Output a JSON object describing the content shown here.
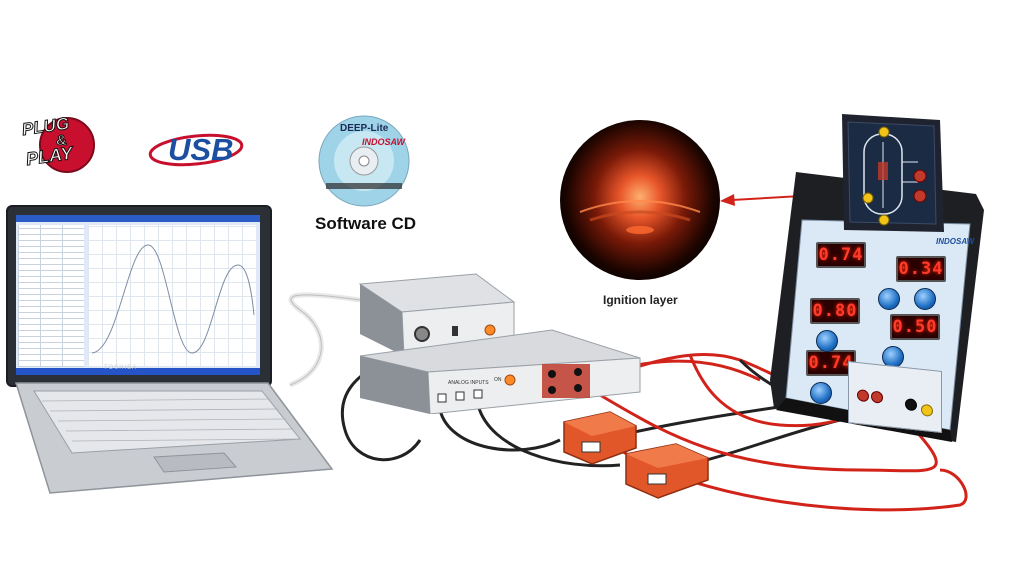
{
  "badges": {
    "plug_play": {
      "line1": "PLUG",
      "line2": "&",
      "line3": "PLAY"
    },
    "usb": "USB"
  },
  "cd": {
    "title": "DEEP-Lite",
    "brand": "INDOSAW",
    "caption": "Software CD"
  },
  "inset": {
    "caption": "Ignition layer"
  },
  "laptop": {
    "brand": "TOSHIBA"
  },
  "instrument": {
    "brand": "INDOSAW",
    "displays": [
      "0.74",
      "0.34",
      "0.80",
      "0.50",
      "0.74"
    ]
  },
  "interface": {
    "section_label": "ANALOG INPUTS",
    "on_label": "ON"
  },
  "colors": {
    "badge_red": "#c8102e",
    "usb_blue": "#1c4fa0",
    "display_red": "#ff3b2b",
    "knob_blue": "#1f6fc4",
    "clamp_orange": "#e2572a",
    "panel_blue": "#dbe8f5"
  }
}
